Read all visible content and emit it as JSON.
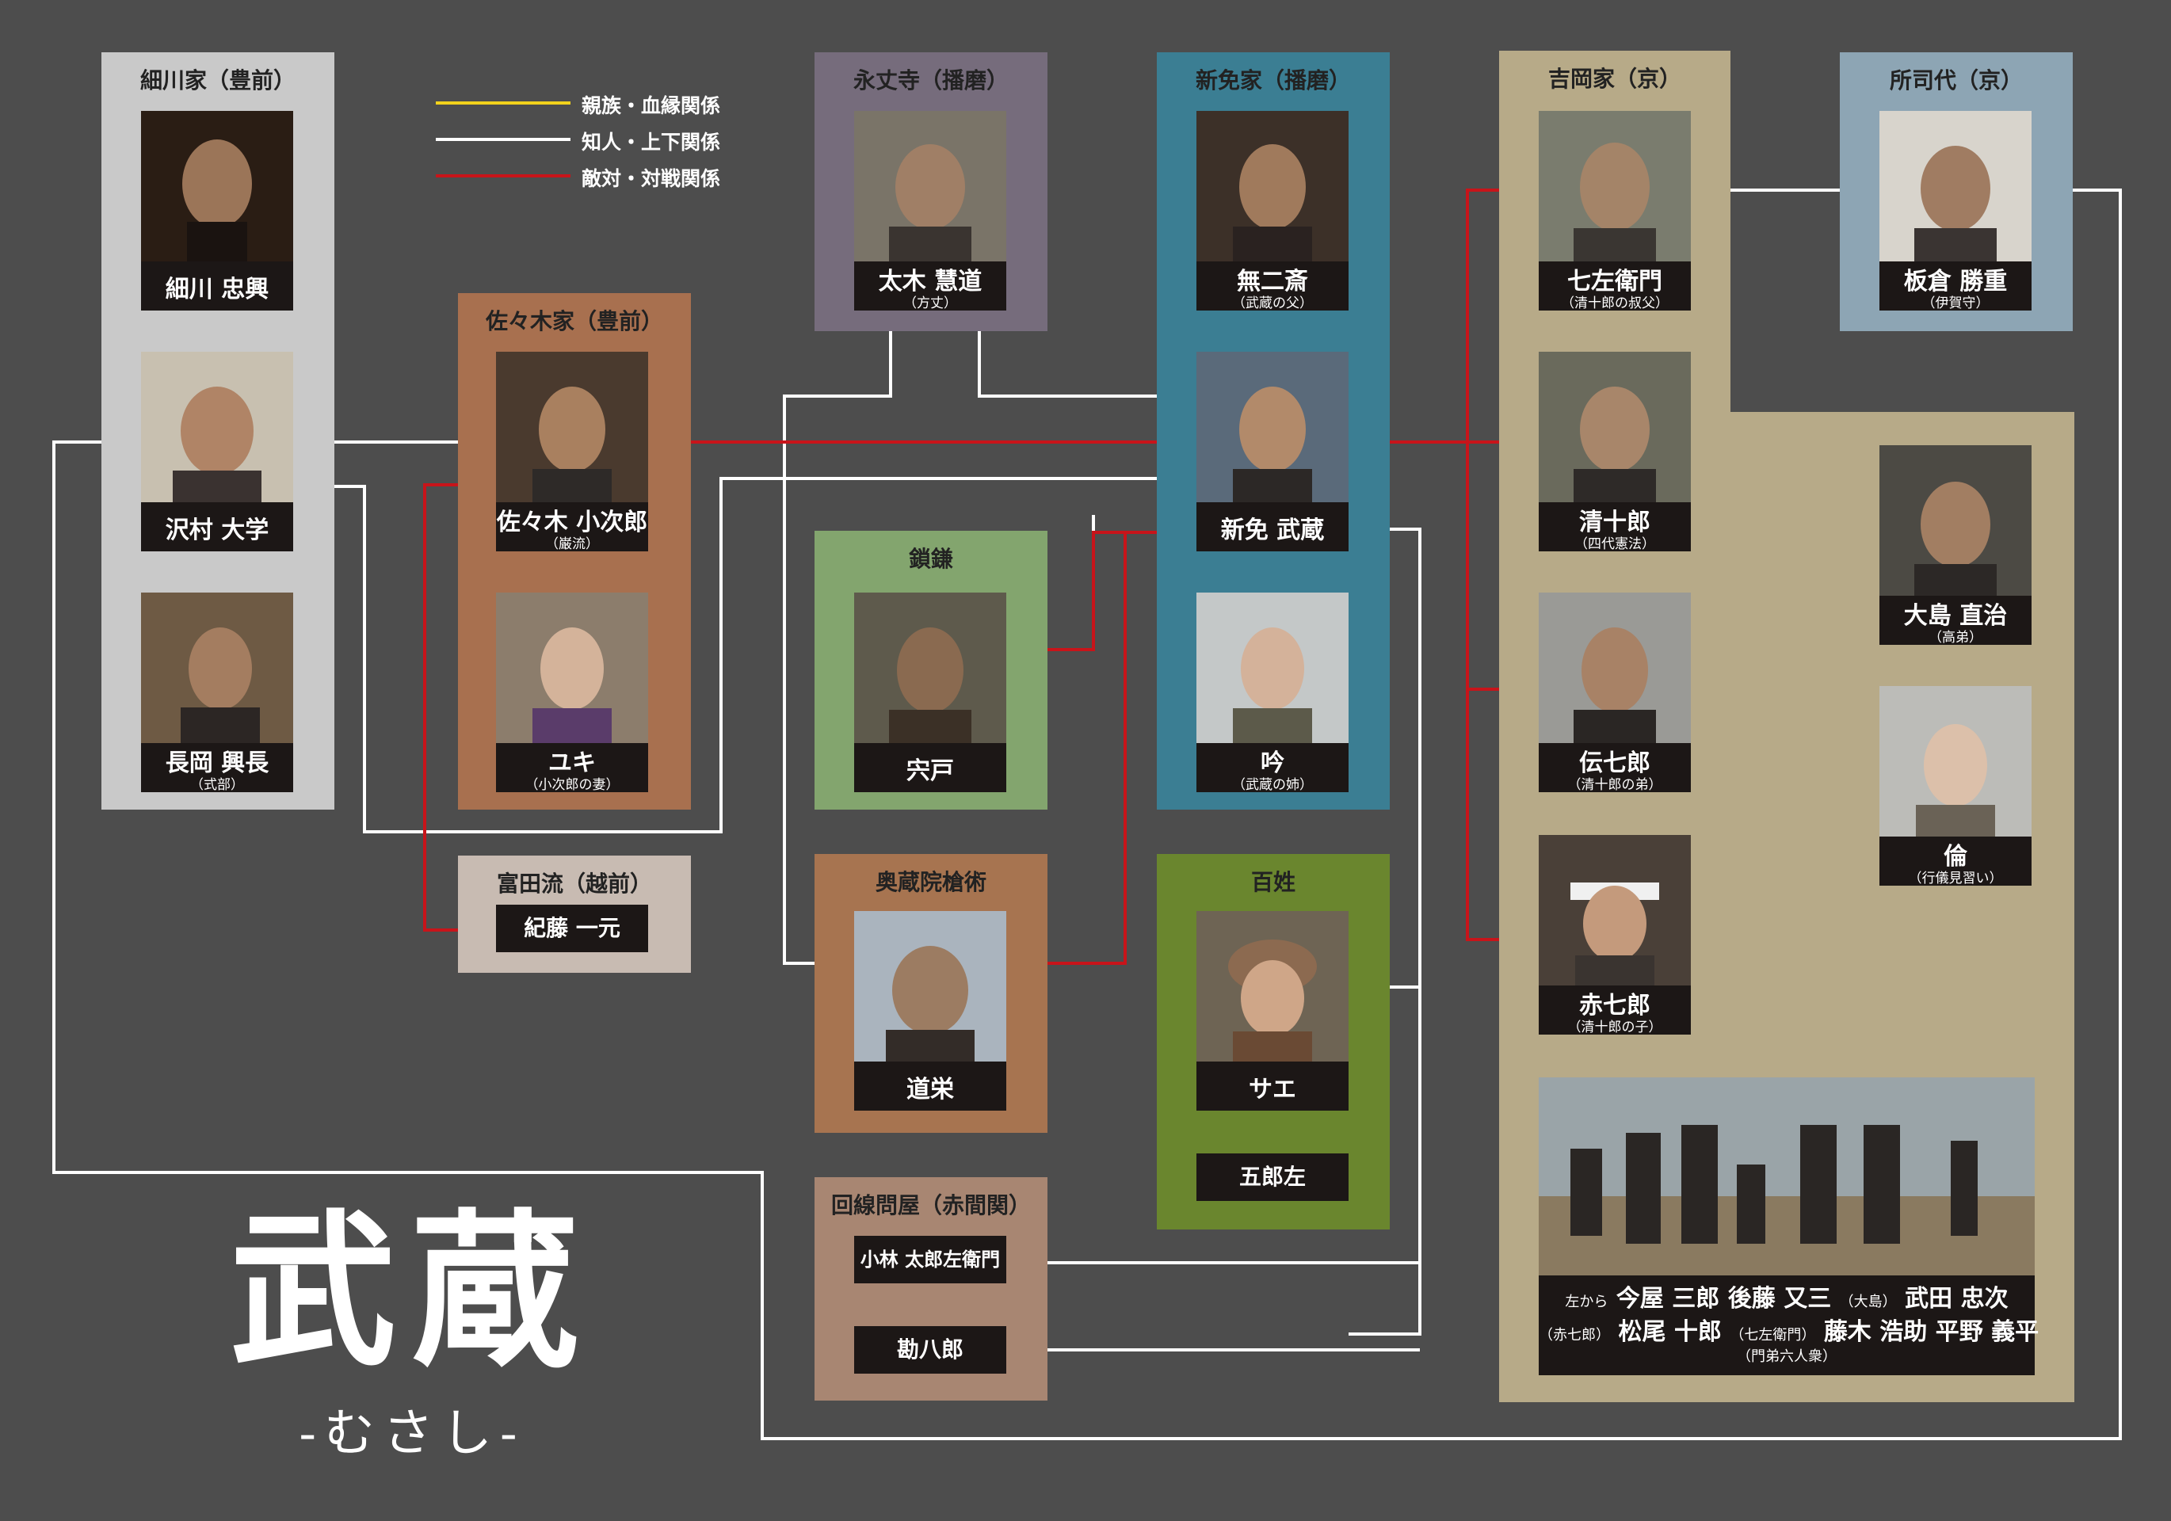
{
  "legend": [
    {
      "color": "#f2d21c",
      "label": "親族・血縁関係"
    },
    {
      "color": "#ffffff",
      "label": "知人・上下関係"
    },
    {
      "color": "#c8141a",
      "label": "敵対・対戦関係"
    }
  ],
  "title": {
    "main": "武蔵",
    "sub": "-むさし-"
  },
  "groups": {
    "hosokawa": {
      "title": "細川家（豊前）",
      "color": "#c9c9c9"
    },
    "sasaki": {
      "title": "佐々木家（豊前）",
      "color": "#a8704f"
    },
    "tomita": {
      "title": "富田流（越前）",
      "color": "#c8bbb2"
    },
    "eijoji": {
      "title": "永丈寺（播磨）",
      "color": "#766c7c"
    },
    "kusarigama": {
      "title": "鎖鎌",
      "color": "#83a56e"
    },
    "hozoin": {
      "title": "奥蔵院槍術",
      "color": "#a77450"
    },
    "kaisen": {
      "title": "回線問屋（赤間関）",
      "color": "#a88672"
    },
    "shinmen": {
      "title": "新免家（播磨）",
      "color": "#3b7e93"
    },
    "hyakusho": {
      "title": "百姓",
      "color": "#6a862e"
    },
    "yoshioka": {
      "title": "吉岡家（京）",
      "color": "#b7aa88"
    },
    "shoshidai": {
      "title": "所司代（京）",
      "color": "#8da5b4"
    }
  },
  "people": {
    "tadaoki": {
      "name": "細川 忠興",
      "role": ""
    },
    "sawamura": {
      "name": "沢村 大学",
      "role": ""
    },
    "okitomo": {
      "name": "長岡 興長",
      "role": "（式部）"
    },
    "kojiro": {
      "name": "佐々木 小次郎",
      "role": "（巌流）"
    },
    "yuki": {
      "name": "ユキ",
      "role": "（小次郎の妻）"
    },
    "takuan": {
      "name": "太木 慧道",
      "role": "（方丈）"
    },
    "shishido": {
      "name": "宍戸",
      "role": ""
    },
    "doei": {
      "name": "道栄",
      "role": ""
    },
    "munisai": {
      "name": "無二斎",
      "role": "（武蔵の父）"
    },
    "musashi": {
      "name": "新免 武蔵",
      "role": ""
    },
    "gin": {
      "name": "吟",
      "role": "（武蔵の姉）"
    },
    "sae": {
      "name": "サエ",
      "role": ""
    },
    "shichizaemon": {
      "name": "七左衛門",
      "role": "（清十郎の叔父）"
    },
    "seijuro": {
      "name": "清十郎",
      "role": "（四代憲法）"
    },
    "denshichiro": {
      "name": "伝七郎",
      "role": "（清十郎の弟）"
    },
    "akashichiro": {
      "name": "赤七郎",
      "role": "（清十郎の子）"
    },
    "itakura": {
      "name": "板倉 勝重",
      "role": "（伊賀守）"
    },
    "oshima": {
      "name": "大島 直治",
      "role": "（高弟）"
    },
    "rin": {
      "name": "倫",
      "role": "（行儀見習い）"
    }
  },
  "nameboxes": {
    "kito": "紀藤 一元",
    "kobayashi": "小林 太郎左衛門",
    "kanpachiro": "勘八郎",
    "gorosa": "五郎左"
  },
  "ensemble": {
    "prefix1": "左から",
    "line1a": "今屋 三郎",
    "line1b": "後藤 又三",
    "paren1": "（大島）",
    "line1c": "武田 忠次",
    "paren2": "（赤七郎）",
    "line2a": "松尾 十郎",
    "paren3": "（七左衛門）",
    "line2b": "藤木 浩助",
    "line2c": "平野 義平",
    "caption": "（門弟六人衆）"
  }
}
